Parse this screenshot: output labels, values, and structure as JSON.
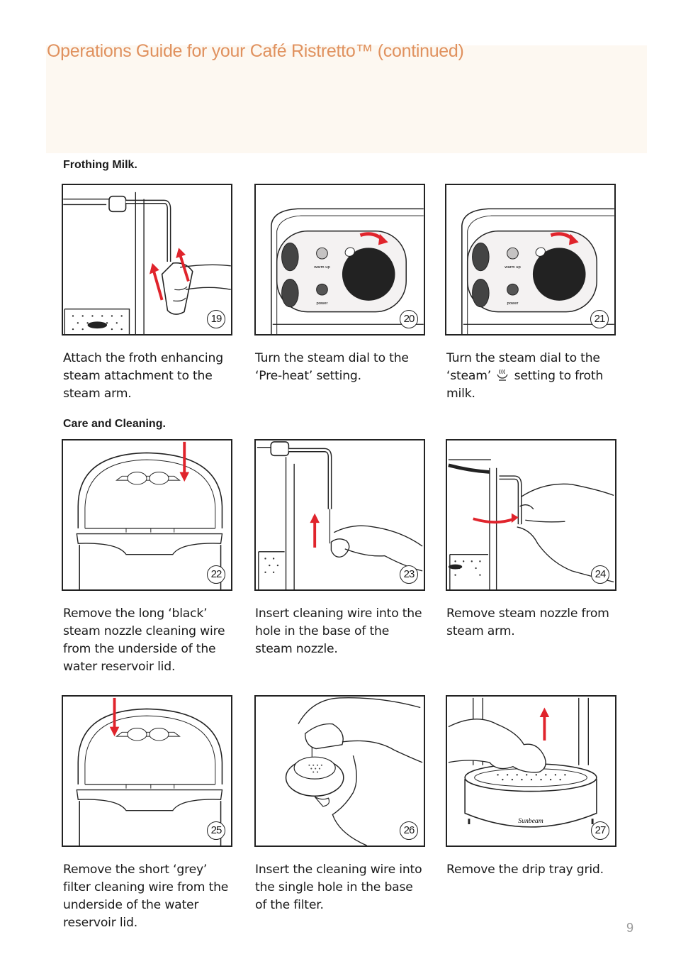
{
  "page_title": "Operations Guide for your Café Ristretto™ (continued)",
  "sections": [
    {
      "heading": "Frothing Milk."
    },
    {
      "heading": "Care and Cleaning."
    }
  ],
  "steps": [
    {
      "number": "19",
      "caption": "Attach the froth enhancing steam attachment to the steam arm."
    },
    {
      "number": "20",
      "caption": "Turn the steam dial to the ‘Pre-heat’ setting.",
      "labels": [
        "warm up",
        "power"
      ]
    },
    {
      "number": "21",
      "caption_before": "Turn the steam dial to the ‘steam’",
      "caption_after": "setting to froth milk.",
      "labels": [
        "warm up",
        "power"
      ]
    },
    {
      "number": "22",
      "caption": "Remove the long ‘black’ steam nozzle cleaning wire from the underside of the water reservoir lid."
    },
    {
      "number": "23",
      "caption": "Insert cleaning wire into the hole in the base of the steam nozzle."
    },
    {
      "number": "24",
      "caption": "Remove steam nozzle from steam arm."
    },
    {
      "number": "25",
      "caption": "Remove the short ‘grey’ filter cleaning wire from the underside of the water reservoir lid."
    },
    {
      "number": "26",
      "caption": "Insert the cleaning wire into the single hole in the base of the filter."
    },
    {
      "number": "27",
      "caption": "Remove the drip tray grid.",
      "brand": "Sunbeam"
    }
  ],
  "page_number": "9",
  "colors": {
    "title": "#e0915e",
    "header_band": "#fdf8f1",
    "arrow": "#e0242c",
    "outline": "#222222"
  },
  "icons": [
    "steam-icon",
    "arrow-up-icon",
    "arrow-down-icon",
    "arrow-curved-icon"
  ]
}
